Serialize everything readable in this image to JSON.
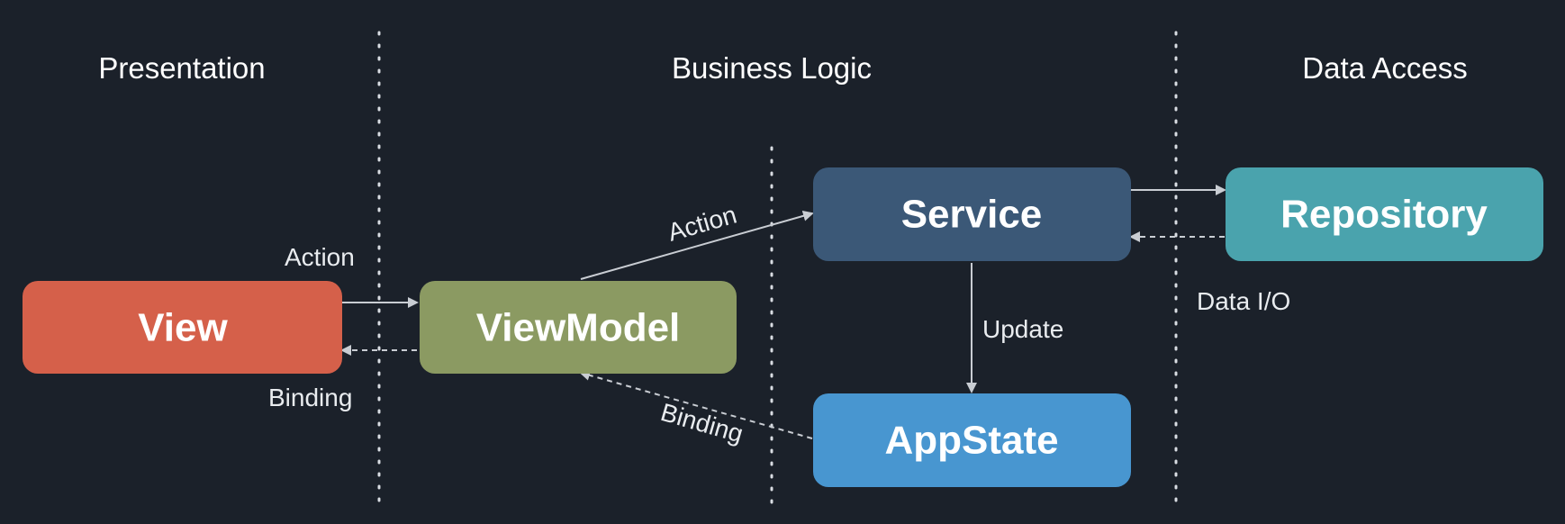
{
  "layers": {
    "presentation": "Presentation",
    "business_logic": "Business Logic",
    "data_access": "Data Access"
  },
  "nodes": {
    "view": "View",
    "viewmodel": "ViewModel",
    "service": "Service",
    "repository": "Repository",
    "appstate": "AppState"
  },
  "edges": {
    "view_action": "Action",
    "view_binding": "Binding",
    "viewmodel_action": "Action",
    "appstate_binding": "Binding",
    "service_update": "Update",
    "repository_data_io": "Data I/O"
  },
  "colors": {
    "background": "#1b212a",
    "view": "#d5604a",
    "viewmodel": "#8b9a62",
    "service": "#3b5877",
    "repository": "#4aa3ad",
    "appstate": "#4896d0"
  }
}
